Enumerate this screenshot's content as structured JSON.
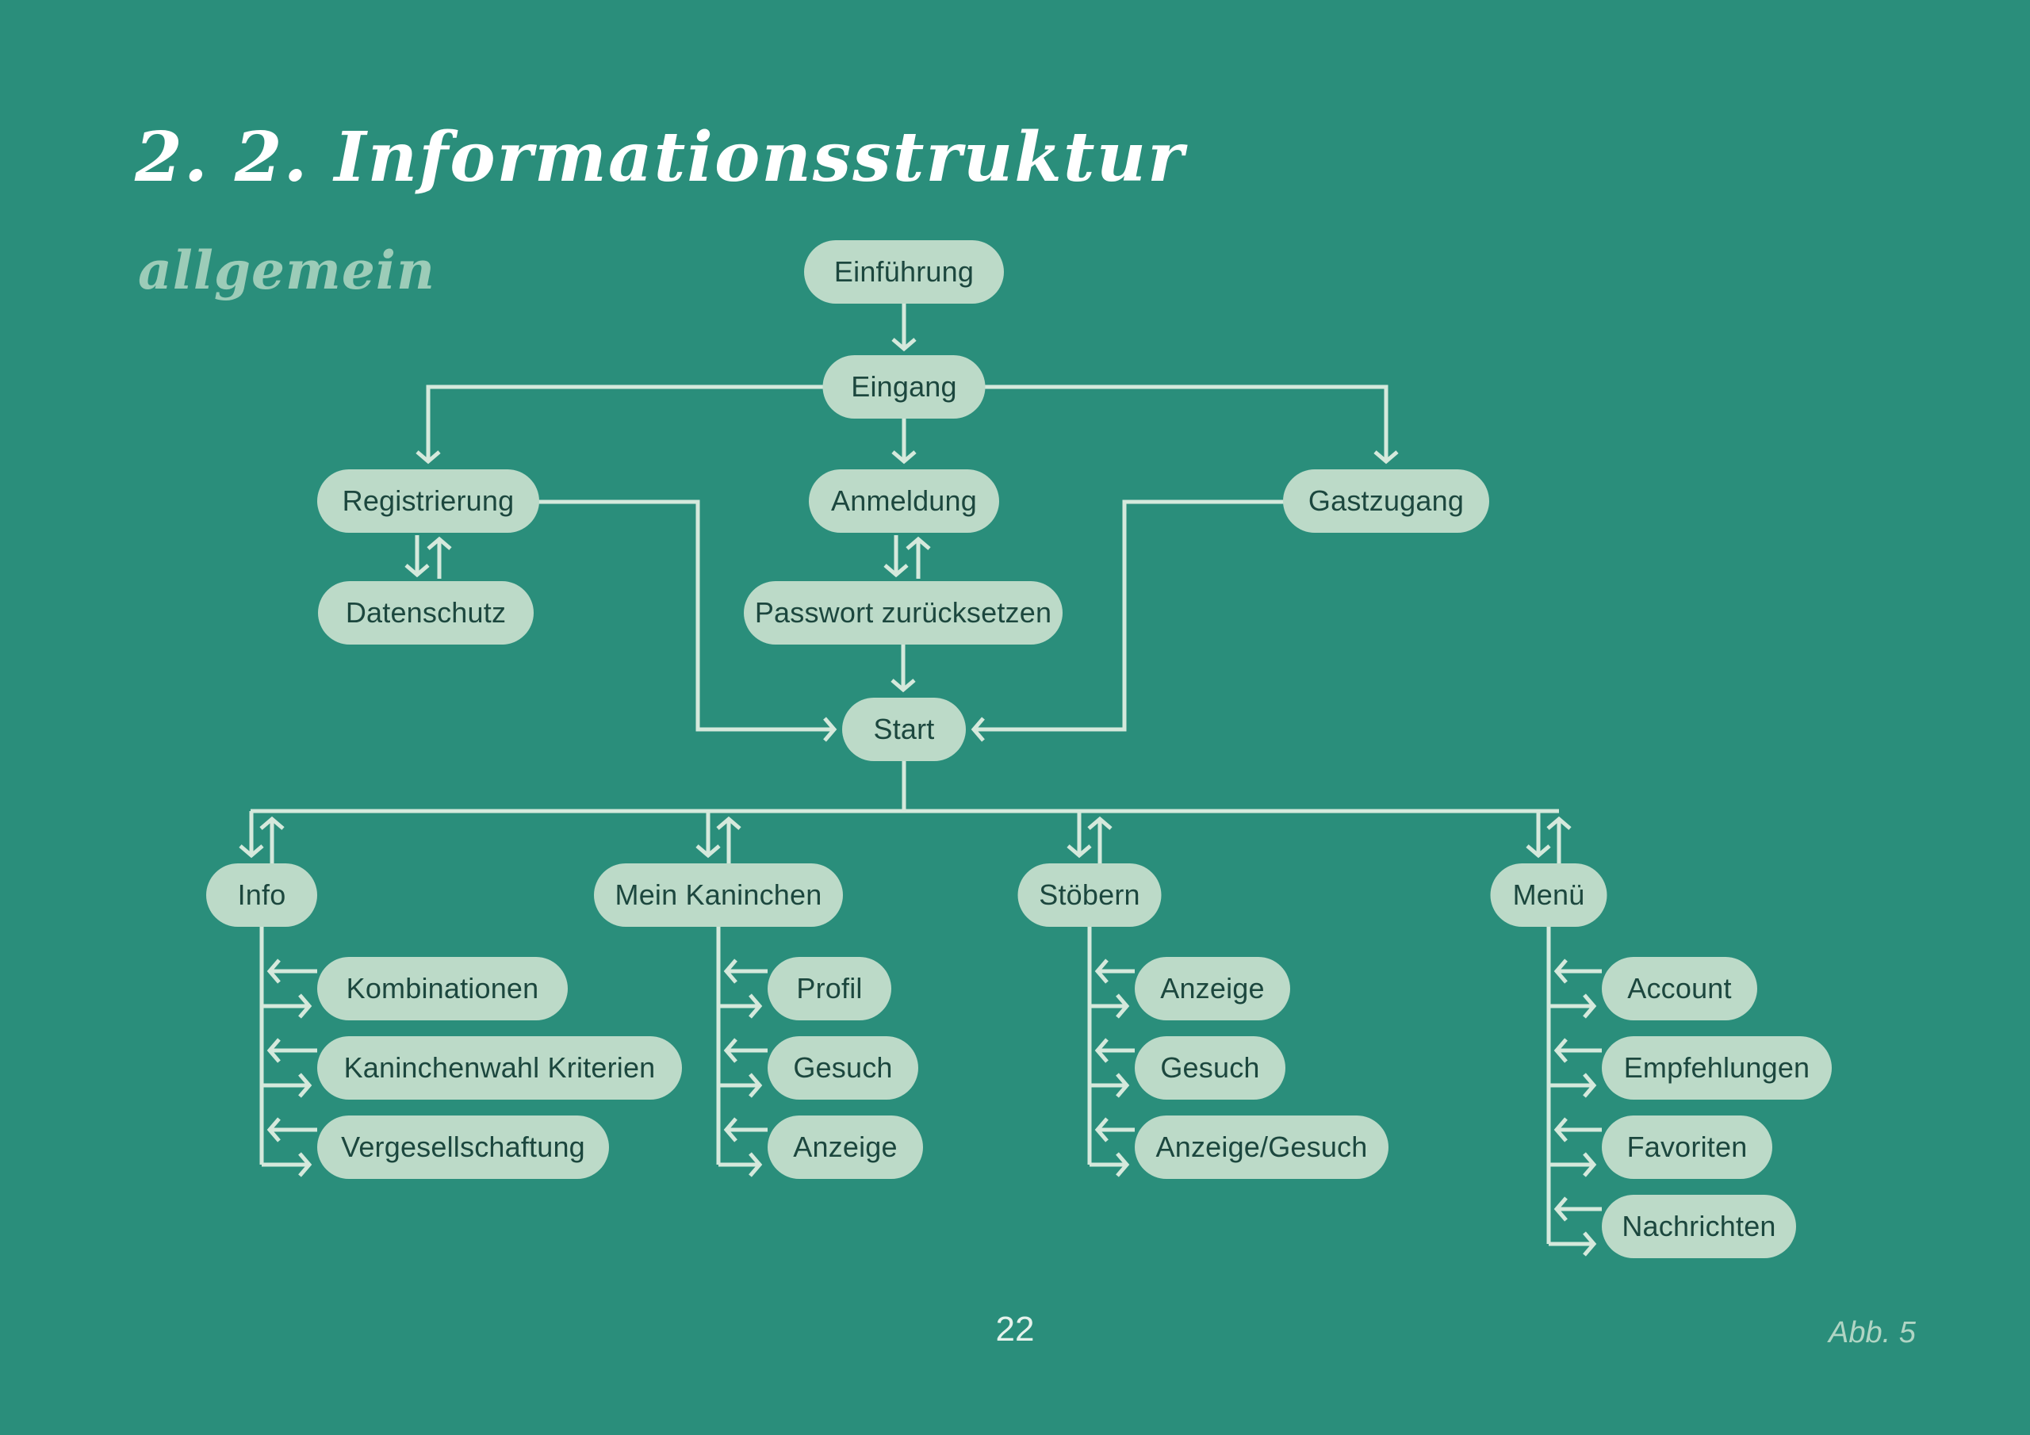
{
  "page": {
    "section_title": "2. 2. Informationsstruktur",
    "subtitle": "allgemein",
    "page_number": "22",
    "figure_label": "Abb. 5"
  },
  "colors": {
    "background": "#2A8E7B",
    "node_fill": "#BCDAC8",
    "node_text": "#1C473E",
    "connector": "#D5E9DC",
    "title_text": "#FFFFFF",
    "subtitle_text": "#9CCCB8",
    "figure_label_text": "#B0D5C4"
  },
  "sitemap": {
    "nodes": {
      "einfuehrung": "Einführung",
      "eingang": "Eingang",
      "registrierung": "Registrierung",
      "anmeldung": "Anmeldung",
      "gastzugang": "Gastzugang",
      "datenschutz": "Datenschutz",
      "passwort_zuruecksetzen": "Passwort zurücksetzen",
      "start": "Start",
      "info": "Info",
      "mein_kaninchen": "Mein Kaninchen",
      "stoebern": "Stöbern",
      "menue": "Menü",
      "kombinationen": "Kombinationen",
      "kaninchenwahl_kriterien": "Kaninchenwahl Kriterien",
      "vergesellschaftung": "Vergesellschaftung",
      "profil": "Profil",
      "gesuch_mein_kaninchen": "Gesuch",
      "anzeige_mein_kaninchen": "Anzeige",
      "anzeige_stoebern": "Anzeige",
      "gesuch_stoebern": "Gesuch",
      "anzeige_gesuch_stoebern": "Anzeige/Gesuch",
      "account": "Account",
      "empfehlungen": "Empfehlungen",
      "favoriten": "Favoriten",
      "nachrichten": "Nachrichten"
    },
    "edges": [
      {
        "from": "einfuehrung",
        "to": "eingang",
        "direction": "one-way"
      },
      {
        "from": "eingang",
        "to": "registrierung",
        "direction": "one-way"
      },
      {
        "from": "eingang",
        "to": "anmeldung",
        "direction": "one-way"
      },
      {
        "from": "eingang",
        "to": "gastzugang",
        "direction": "one-way"
      },
      {
        "from": "registrierung",
        "to": "datenschutz",
        "direction": "two-way"
      },
      {
        "from": "anmeldung",
        "to": "passwort_zuruecksetzen",
        "direction": "two-way"
      },
      {
        "from": "registrierung",
        "to": "start",
        "direction": "one-way"
      },
      {
        "from": "gastzugang",
        "to": "start",
        "direction": "one-way"
      },
      {
        "from": "passwort_zuruecksetzen",
        "to": "start",
        "direction": "one-way"
      },
      {
        "from": "start",
        "to": "info",
        "direction": "two-way"
      },
      {
        "from": "start",
        "to": "mein_kaninchen",
        "direction": "two-way"
      },
      {
        "from": "start",
        "to": "stoebern",
        "direction": "two-way"
      },
      {
        "from": "start",
        "to": "menue",
        "direction": "two-way"
      },
      {
        "from": "info",
        "to": "kombinationen",
        "direction": "two-way"
      },
      {
        "from": "info",
        "to": "kaninchenwahl_kriterien",
        "direction": "two-way"
      },
      {
        "from": "info",
        "to": "vergesellschaftung",
        "direction": "two-way"
      },
      {
        "from": "mein_kaninchen",
        "to": "profil",
        "direction": "two-way"
      },
      {
        "from": "mein_kaninchen",
        "to": "gesuch_mein_kaninchen",
        "direction": "two-way"
      },
      {
        "from": "mein_kaninchen",
        "to": "anzeige_mein_kaninchen",
        "direction": "two-way"
      },
      {
        "from": "stoebern",
        "to": "anzeige_stoebern",
        "direction": "two-way"
      },
      {
        "from": "stoebern",
        "to": "gesuch_stoebern",
        "direction": "two-way"
      },
      {
        "from": "stoebern",
        "to": "anzeige_gesuch_stoebern",
        "direction": "two-way"
      },
      {
        "from": "menue",
        "to": "account",
        "direction": "two-way"
      },
      {
        "from": "menue",
        "to": "empfehlungen",
        "direction": "two-way"
      },
      {
        "from": "menue",
        "to": "favoriten",
        "direction": "two-way"
      },
      {
        "from": "menue",
        "to": "nachrichten",
        "direction": "two-way"
      }
    ]
  }
}
